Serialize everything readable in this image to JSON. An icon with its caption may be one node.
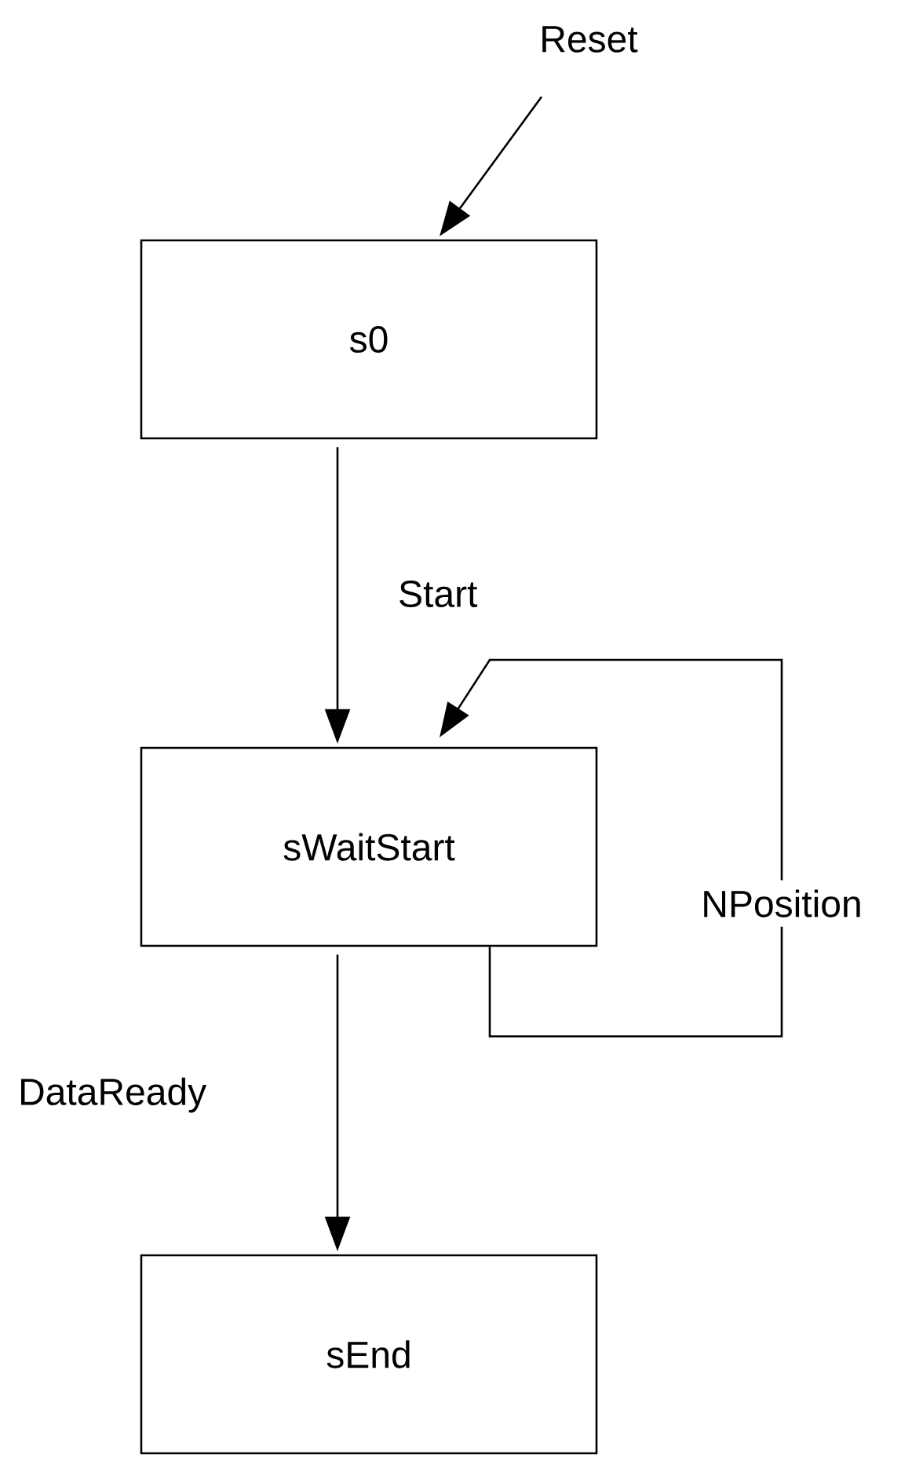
{
  "diagram": {
    "nodes": [
      {
        "text": [
          "Reset"
        ]
      },
      {
        "text": [
          "s0"
        ]
      },
      {
        "text": [
          "sWaitStart"
        ]
      },
      {
        "text": [
          "sEnd"
        ]
      }
    ],
    "edges": [
      {
        "from": 0,
        "to": 1,
        "arrow": "to"
      },
      {
        "from": 1,
        "to": 2,
        "arrow": "to",
        "label": "Start"
      },
      {
        "from": 2,
        "to": 2,
        "arrow": "to",
        "label": "NPosition"
      },
      {
        "from": 2,
        "to": 3,
        "arrow": "to",
        "label": "DataReady"
      }
    ]
  }
}
